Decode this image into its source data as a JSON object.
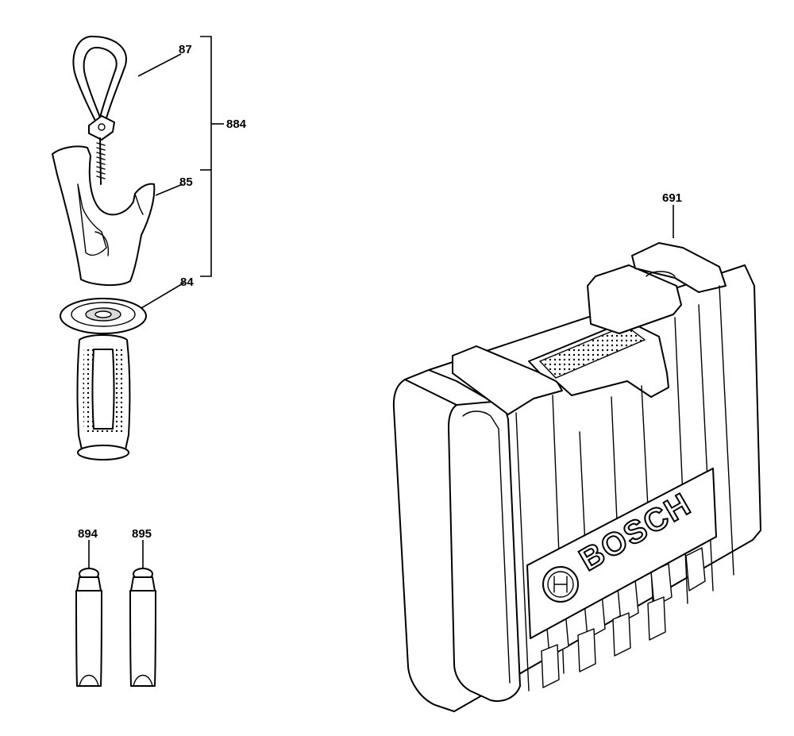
{
  "parts": {
    "strap": {
      "label": "87"
    },
    "handle_assembly": {
      "label": "884"
    },
    "depth_clamp": {
      "label": "85"
    },
    "handle_collar": {
      "label": "84"
    },
    "grease_tube_a": {
      "label": "894"
    },
    "grease_tube_b": {
      "label": "895"
    },
    "carrying_case": {
      "label": "691"
    }
  },
  "case": {
    "brand_text": "BOSCH"
  },
  "icons": {
    "brand_logo": "bosch-armature-logo-icon"
  }
}
